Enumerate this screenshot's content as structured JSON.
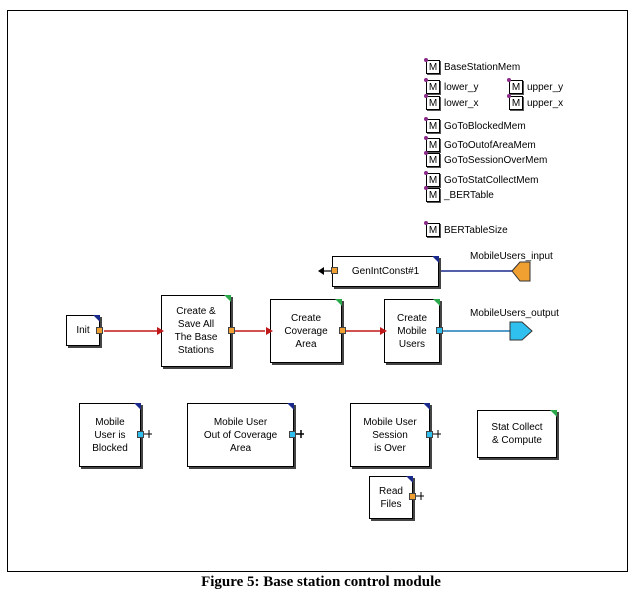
{
  "memories": [
    {
      "id": "m1",
      "mark": "M",
      "label": "BaseStationMem"
    },
    {
      "id": "m2",
      "mark": "M",
      "label": "lower_y"
    },
    {
      "id": "m3",
      "mark": "M",
      "label": "upper_y"
    },
    {
      "id": "m4",
      "mark": "M",
      "label": "lower_x"
    },
    {
      "id": "m5",
      "mark": "M",
      "label": "upper_x"
    },
    {
      "id": "m6",
      "mark": "M",
      "label": "GoToBlockedMem"
    },
    {
      "id": "m7",
      "mark": "M",
      "label": "GoToOutofAreaMem"
    },
    {
      "id": "m8",
      "mark": "M",
      "label": "GoToSessionOverMem"
    },
    {
      "id": "m9",
      "mark": "M",
      "label": "GoToStatCollectMem"
    },
    {
      "id": "m10",
      "mark": "M",
      "label": "_BERTable"
    },
    {
      "id": "m11",
      "mark": "M",
      "label": "BERTableSize"
    }
  ],
  "blocks": {
    "genint": "GenIntConst#1",
    "init": "Init",
    "create_save": "Create &\nSave All\nThe Base\nStations",
    "create_coverage": "Create\nCoverage\nArea",
    "create_mobile": "Create\nMobile\nUsers",
    "blocked": "Mobile\nUser is\nBlocked",
    "out_of_coverage": "Mobile User\nOut of Coverage\nArea",
    "session_over": "Mobile User\nSession\nis Over",
    "stat_collect": "Stat Collect\n& Compute",
    "read_files": "Read\nFiles"
  },
  "connectors": {
    "input_label": "MobileUsers_input",
    "output_label": "MobileUsers_output"
  },
  "colors": {
    "wire": "#c01818",
    "port_orange": "#f0a030",
    "port_cyan": "#30c0f0",
    "corner_blue": "#1a2a8c",
    "corner_green": "#2aa84a"
  },
  "caption": "Figure 5: Base station control module"
}
